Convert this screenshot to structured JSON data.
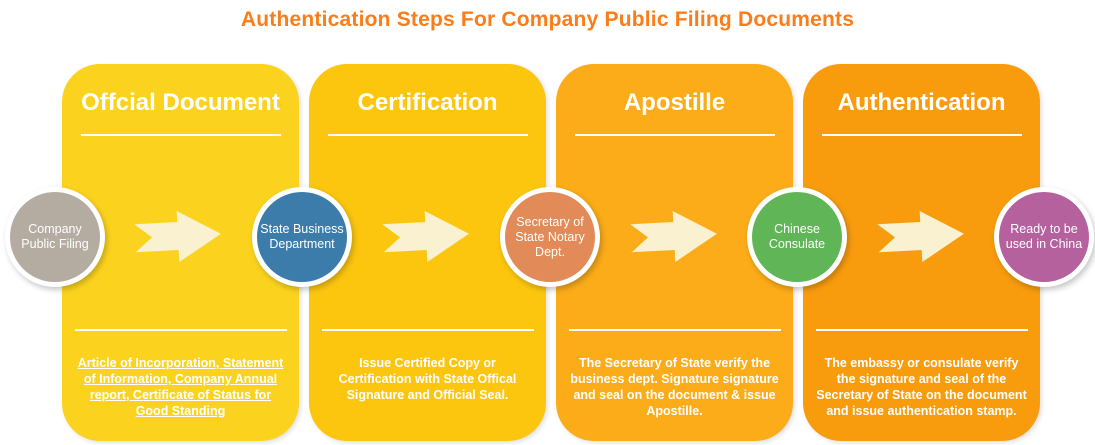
{
  "title": "Authentication Steps For Company Public Filing Documents",
  "colors": {
    "title": "#fb7d19",
    "arrow": "#faf1d0",
    "divider": "#ffffff"
  },
  "steps": [
    {
      "title": "Offcial Document",
      "card_color": "#fbd31e",
      "description": "Article of Incorporation, Statement of Information, Company Annual report, Certificate of Status for Good Standing"
    },
    {
      "title": "Certification",
      "card_color": "#fcc60f",
      "description": "Issue Certified Copy or Certification with State Offical Signature and Official Seal."
    },
    {
      "title": "Apostille",
      "card_color": "#fbac18",
      "description": "The Secretary of State verify the business dept. Signature signature and seal on the document & issue Apostille."
    },
    {
      "title": "Authentication",
      "card_color": "#f89c0e",
      "description": "The embassy or consulate verify the signature and seal of the Secretary of State on the document and issue authentication stamp."
    }
  ],
  "nodes": [
    {
      "label": "Company Public Filing",
      "color": "#b4aba1"
    },
    {
      "label": "State Business Department",
      "color": "#3b7cab"
    },
    {
      "label": "Secretary of State Notary Dept.",
      "color": "#e28a58"
    },
    {
      "label": "Chinese Consulate",
      "color": "#60b557"
    },
    {
      "label": "Ready to be used in China",
      "color": "#b4619e"
    }
  ]
}
